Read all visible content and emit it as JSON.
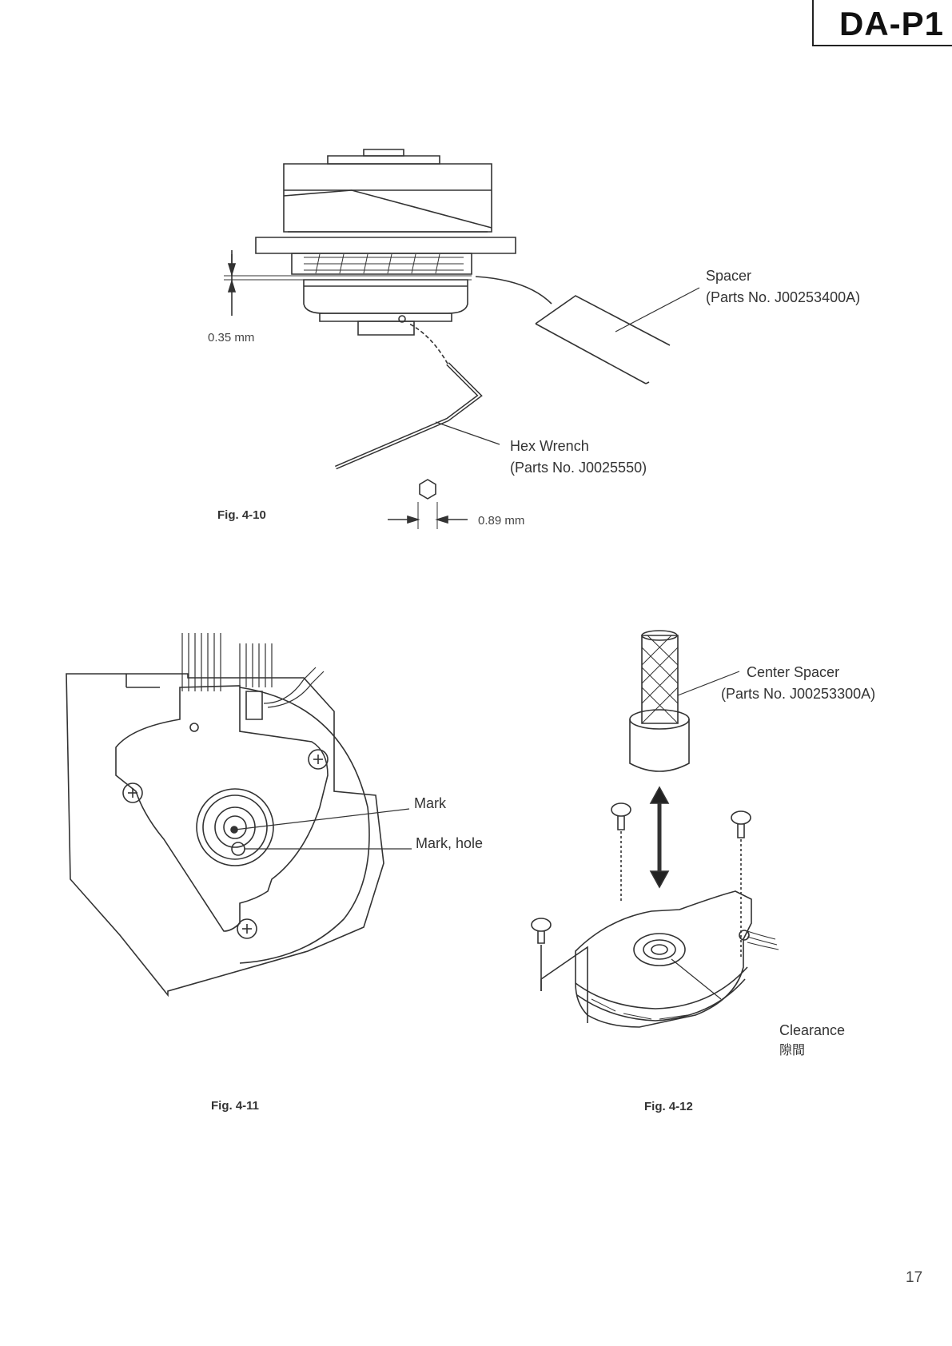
{
  "header": {
    "model": "DA-P1"
  },
  "fig_4_10": {
    "caption": "Fig. 4-10",
    "spacer_label": "Spacer",
    "spacer_part": "(Parts No. J00253400A)",
    "wrench_label": "Hex Wrench",
    "wrench_part": "(Parts No. J0025550)",
    "gap_dimension": "0.35 mm",
    "hex_dimension": "0.89 mm"
  },
  "fig_4_11": {
    "caption": "Fig. 4-11",
    "mark_label": "Mark",
    "mark_hole_label": "Mark, hole"
  },
  "fig_4_12": {
    "caption": "Fig. 4-12",
    "center_spacer_label": "Center Spacer",
    "center_spacer_part": "(Parts No. J00253300A)",
    "clearance_label": "Clearance",
    "clearance_label_jp": "隙間"
  },
  "footer": {
    "page_number": "17"
  }
}
